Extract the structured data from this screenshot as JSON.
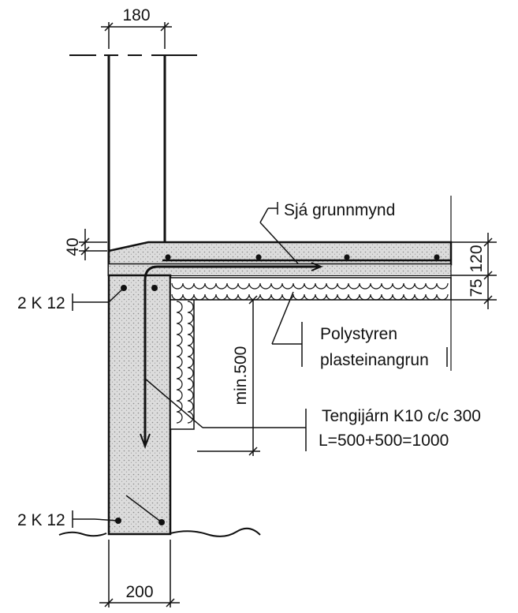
{
  "dimensions": {
    "wall_top_width": "180",
    "wall_bottom_width": "200",
    "slab_step": "40",
    "slab_thickness": "120",
    "insulation_thickness": "75",
    "bar_min_length": "min.500"
  },
  "labels": {
    "plan_reference": "Sjá grunnmynd",
    "insulation_line1": "Polystyren",
    "insulation_line2": "plasteinangrun",
    "tie_bars_line1": "Tengijárn K10 c/c 300",
    "tie_bars_line2": "L=500+500=1000",
    "rebar_top": "2 K 12",
    "rebar_bottom": "2 K 12"
  },
  "colors": {
    "ink": "#111111",
    "concrete_fill": "#d9d9d9"
  }
}
